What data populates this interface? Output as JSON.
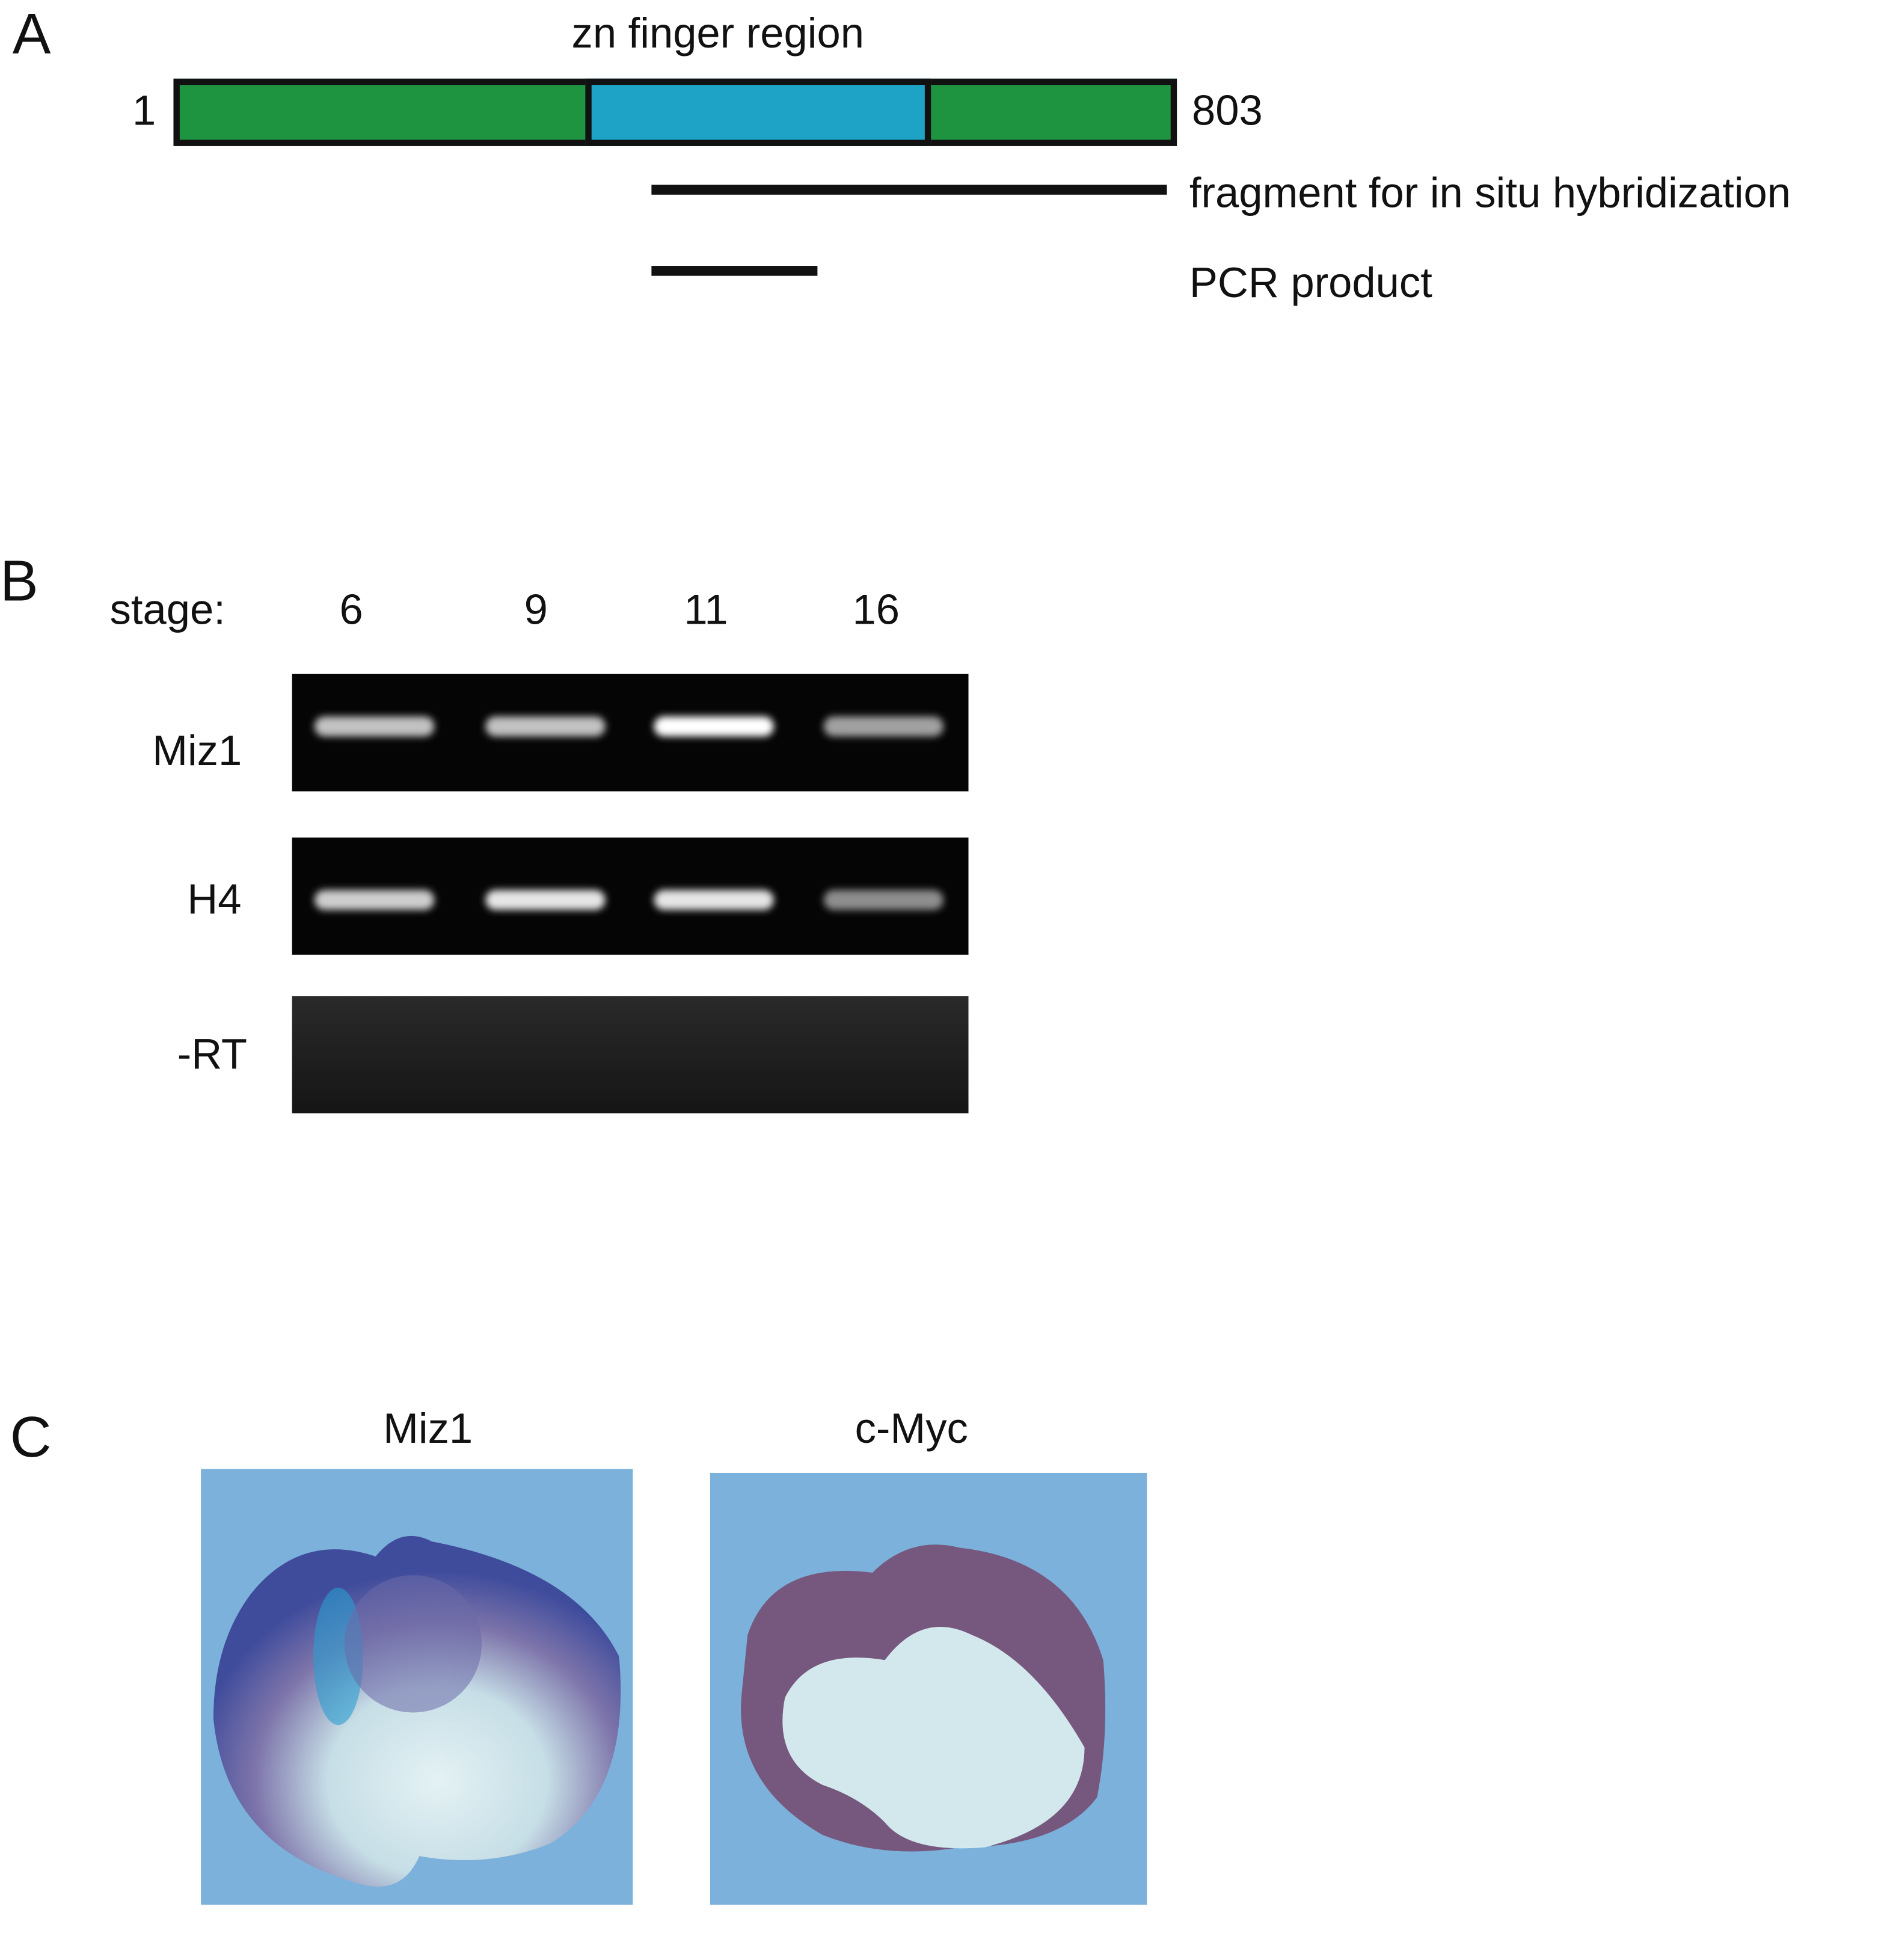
{
  "panel_a": {
    "letter": "A",
    "region_label": "zn finger region",
    "start": "1",
    "end": "803",
    "fragment_label": "fragment for in situ hybridization",
    "pcr_label": "PCR product",
    "colors": {
      "domain": "#1f9440",
      "zn_finger": "#1ea3c7"
    }
  },
  "panel_b": {
    "letter": "B",
    "stage_label": "stage:",
    "stages": [
      "6",
      "9",
      "11",
      "16"
    ],
    "gels": [
      {
        "label": "Miz1",
        "band_intensity": [
          0.75,
          0.75,
          1.0,
          0.6
        ]
      },
      {
        "label": "H4",
        "band_intensity": [
          0.8,
          0.9,
          0.9,
          0.5
        ]
      },
      {
        "label": "-RT",
        "band_intensity": [
          0,
          0,
          0,
          0
        ]
      }
    ]
  },
  "panel_c": {
    "letter": "C",
    "images": [
      {
        "label": "Miz1"
      },
      {
        "label": "c-Myc"
      }
    ]
  }
}
